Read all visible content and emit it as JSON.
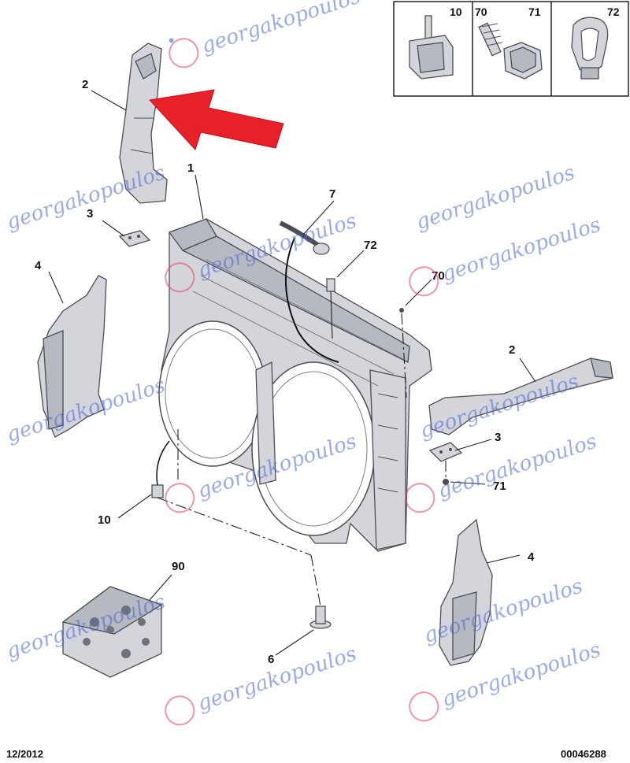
{
  "inset": {
    "headers": [
      "10",
      "70",
      "71",
      "72"
    ]
  },
  "callouts": {
    "c1": "1",
    "c2a": "2",
    "c2b": "2",
    "c3a": "3",
    "c3b": "3",
    "c4a": "4",
    "c4b": "4",
    "c6": "6",
    "c7": "7",
    "c10": "10",
    "c70": "70",
    "c71": "71",
    "c72": "72",
    "c90": "90"
  },
  "footer": {
    "date": "12/2012",
    "ref": "00046288"
  },
  "watermark": {
    "text": "georgakopoulos"
  },
  "colors": {
    "arrow": "#e8202a",
    "watermark": "#4a66d8",
    "part_fill": "#d3d5da"
  },
  "icons": {
    "watermark_logo": "georgakopoulos-logo",
    "pointer": "red-arrow-icon"
  }
}
